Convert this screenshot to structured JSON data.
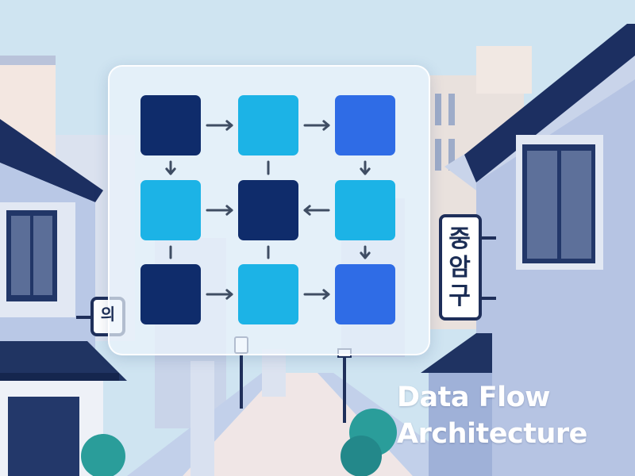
{
  "diagram": {
    "nodes": [
      {
        "id": "r1c1",
        "tone": "dark"
      },
      {
        "id": "r1c2",
        "tone": "cyan"
      },
      {
        "id": "r1c3",
        "tone": "blue"
      },
      {
        "id": "r2c1",
        "tone": "cyan"
      },
      {
        "id": "r2c2",
        "tone": "dark"
      },
      {
        "id": "r2c3",
        "tone": "cyan"
      },
      {
        "id": "r3c1",
        "tone": "dark"
      },
      {
        "id": "r3c2",
        "tone": "cyan"
      },
      {
        "id": "r3c3",
        "tone": "blue"
      }
    ],
    "connections": [
      {
        "from": "r1c1",
        "to": "r1c2",
        "arrow": true
      },
      {
        "from": "r1c2",
        "to": "r1c3",
        "arrow": true
      },
      {
        "from": "r1c1",
        "to": "r2c1",
        "arrow": true
      },
      {
        "from": "r1c2",
        "to": "r2c2",
        "arrow": false
      },
      {
        "from": "r1c3",
        "to": "r2c3",
        "arrow": true
      },
      {
        "from": "r2c1",
        "to": "r2c2",
        "arrow": true
      },
      {
        "from": "r2c3",
        "to": "r2c2",
        "arrow": true
      },
      {
        "from": "r2c1",
        "to": "r3c1",
        "arrow": false
      },
      {
        "from": "r2c2",
        "to": "r3c2",
        "arrow": false
      },
      {
        "from": "r2c3",
        "to": "r3c3",
        "arrow": true
      },
      {
        "from": "r3c1",
        "to": "r3c2",
        "arrow": true
      },
      {
        "from": "r3c2",
        "to": "r3c3",
        "arrow": true
      }
    ]
  },
  "caption": {
    "line1": "Data Flow",
    "line2": "Architecture"
  },
  "signs": {
    "vertical": [
      "중",
      "암",
      "구"
    ],
    "small": "의"
  },
  "colors": {
    "sky": "#cfe4f1",
    "node_dark": "#0f2c6b",
    "node_cyan": "#1cb3e6",
    "node_blue": "#2f6ce6",
    "arrow": "#3f4d63"
  }
}
